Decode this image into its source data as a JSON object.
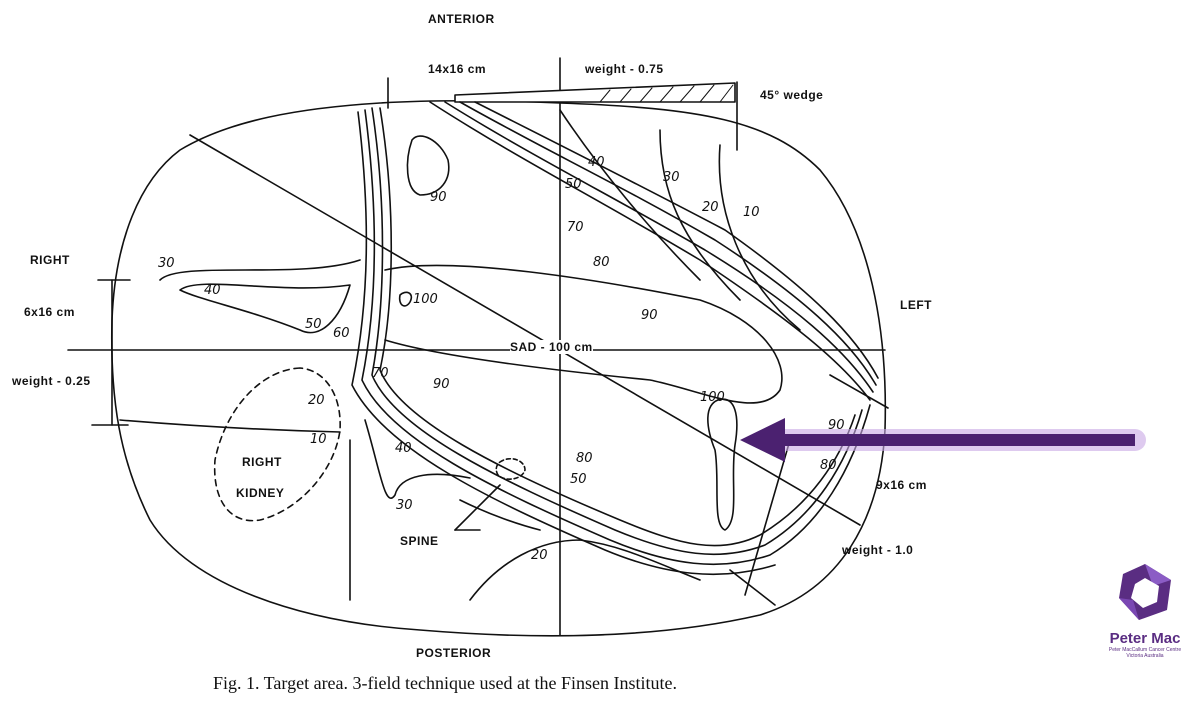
{
  "labels": {
    "anterior": "ANTERIOR",
    "posterior": "POSTERIOR",
    "right": "RIGHT",
    "left": "LEFT",
    "field_anterior": "14x16 cm",
    "weight_anterior": "weight - 0.75",
    "wedge": "45° wedge",
    "field_right": "6x16 cm",
    "weight_right": "weight - 0.25",
    "field_left": "9x16 cm",
    "weight_left": "weight - 1.0",
    "sad": "SAD - 100 cm",
    "right_kidney_1": "RIGHT",
    "right_kidney_2": "KIDNEY",
    "spine": "SPINE"
  },
  "isodose_labels": {
    "i90_top": "90",
    "i40_top": "40",
    "i30_top": "30",
    "i50_top": "50",
    "i70": "70",
    "i80": "80",
    "i20_top": "20",
    "i10_top": "10",
    "i30_left": "30",
    "i40_left": "40",
    "i100_mid": "100",
    "i90_mid": "90",
    "i50_left": "50",
    "i60": "60",
    "i70_center": "70",
    "i90_center": "90",
    "i20_left": "20",
    "i10_left": "10",
    "i40_low": "40",
    "i30_low": "30",
    "i80_low": "80",
    "i50_low": "50",
    "i20_bottom": "20",
    "i100_right": "100",
    "i90_right": "90",
    "i80_right": "80"
  },
  "caption": "Fig. 1. Target area. 3-field technique used at the Finsen Institute.",
  "logo": {
    "name": "Peter Mac",
    "subtitle_1": "Peter MacCallum Cancer Centre",
    "subtitle_2": "Victoria Australia"
  },
  "colors": {
    "ink": "#111111",
    "arrow": "#4b2170",
    "arrow_glow": "#c9a8e6",
    "logo": "#5a2d82"
  }
}
